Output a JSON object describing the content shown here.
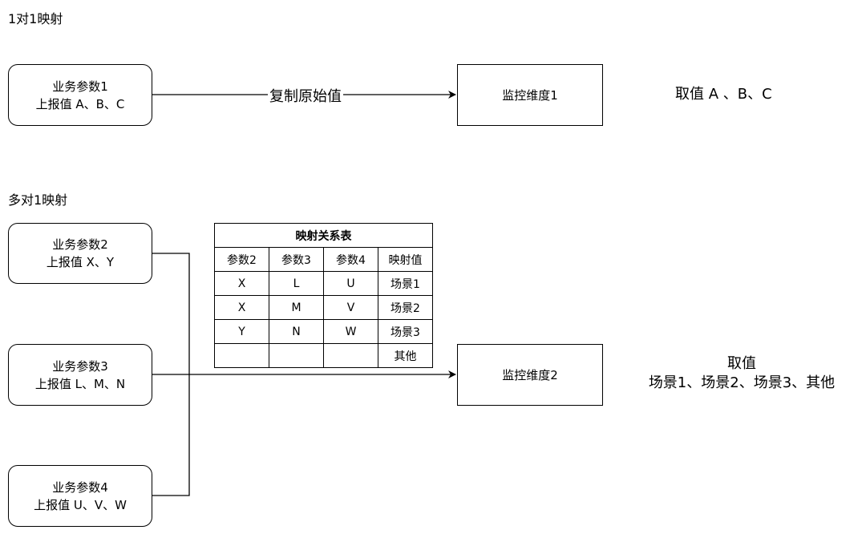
{
  "section1": {
    "title": "1对1映射",
    "source": {
      "name": "业务参数1",
      "values": "上报值 A、B、C"
    },
    "edge_label": "复制原始值",
    "target": {
      "name": "监控维度1"
    },
    "result": "取值 A 、B、C"
  },
  "section2": {
    "title": "多对1映射",
    "sources": [
      {
        "name": "业务参数2",
        "values": "上报值 X、Y"
      },
      {
        "name": "业务参数3",
        "values": "上报值 L、M、N"
      },
      {
        "name": "业务参数4",
        "values": "上报值 U、V、W"
      }
    ],
    "table": {
      "caption": "映射关系表",
      "headers": [
        "参数2",
        "参数3",
        "参数4",
        "映射值"
      ],
      "rows": [
        [
          "X",
          "L",
          "U",
          "场景1"
        ],
        [
          "X",
          "M",
          "V",
          "场景2"
        ],
        [
          "Y",
          "N",
          "W",
          "场景3"
        ],
        [
          "",
          "",
          "",
          "其他"
        ]
      ]
    },
    "target": {
      "name": "监控维度2"
    },
    "result": {
      "line1": "取值",
      "line2": "场景1、场景2、场景3、其他"
    }
  }
}
